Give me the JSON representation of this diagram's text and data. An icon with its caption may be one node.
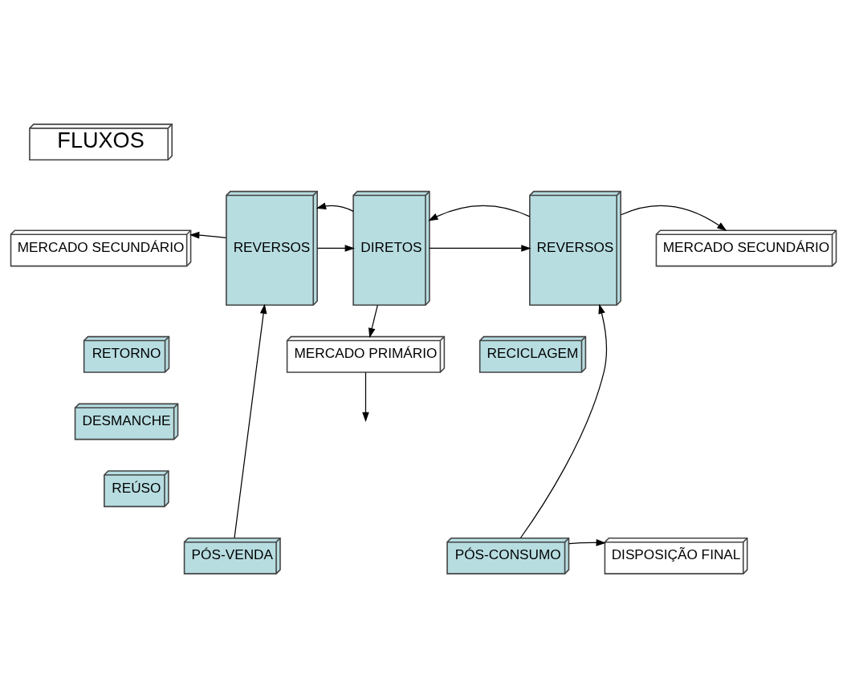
{
  "diagram": {
    "nodes": [
      {
        "text": [
          "FLUXOS"
        ]
      },
      {
        "text": [
          "MERCADO SECUNDÁRIO"
        ]
      },
      {
        "text": [
          "REVERSOS"
        ]
      },
      {
        "text": [
          "DIRETOS"
        ]
      },
      {
        "text": [
          "REVERSOS"
        ]
      },
      {
        "text": [
          "MERCADO SECUNDÁRIO"
        ]
      },
      {
        "text": [
          "RECICLAGEM"
        ]
      },
      {
        "text": [
          "MERCADO PRIMÁRIO"
        ]
      },
      {
        "text": [
          "RETORNO"
        ]
      },
      {
        "text": [
          "DESMANCHE"
        ]
      },
      {
        "text": [
          "REÚSO"
        ]
      },
      {
        "text": [
          "PÓS-VENDA"
        ]
      },
      {
        "text": [
          "PÓS-CONSUMO"
        ]
      },
      {
        "text": [
          "DISPOSIÇÃO FINAL"
        ]
      }
    ],
    "edges": [
      {
        "from": 2,
        "to": 3,
        "arrow": "to"
      },
      {
        "from": 2,
        "to": 1,
        "arrow": "to"
      },
      {
        "from": 3,
        "to": 2,
        "arrow": "to"
      },
      {
        "from": 3,
        "to": 4,
        "arrow": "to"
      },
      {
        "from": 4,
        "to": 3,
        "arrow": "to"
      },
      {
        "from": 4,
        "to": 5,
        "arrow": "to"
      },
      {
        "from": 3,
        "to": 7,
        "arrow": "to"
      },
      {
        "from": 7,
        "to": null,
        "arrow": "to"
      },
      {
        "from": 11,
        "to": 2,
        "arrow": "to"
      },
      {
        "from": 12,
        "to": 4,
        "arrow": "to"
      },
      {
        "from": 12,
        "to": 13,
        "arrow": "to"
      }
    ]
  }
}
